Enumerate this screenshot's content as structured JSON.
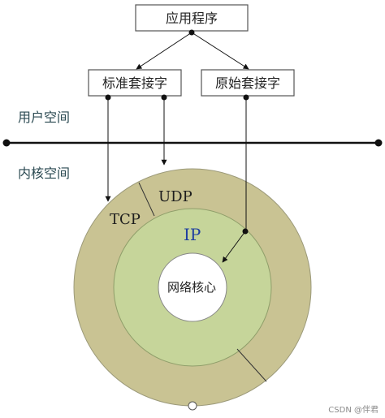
{
  "boxes": {
    "app": "应用程序",
    "standard_socket": "标准套接字",
    "raw_socket": "原始套接字"
  },
  "spaces": {
    "user": "用户空间",
    "kernel": "内核空间"
  },
  "protocols": {
    "udp": "UDP",
    "tcp": "TCP",
    "ip": "IP",
    "core": "网络核心"
  },
  "watermark": "CSDN @伴君",
  "colors": {
    "outer_ring": "#c9c393",
    "inner_ring": "#c6d59a",
    "core": "#ffffff",
    "box_border": "#555555",
    "line": "#111111"
  }
}
